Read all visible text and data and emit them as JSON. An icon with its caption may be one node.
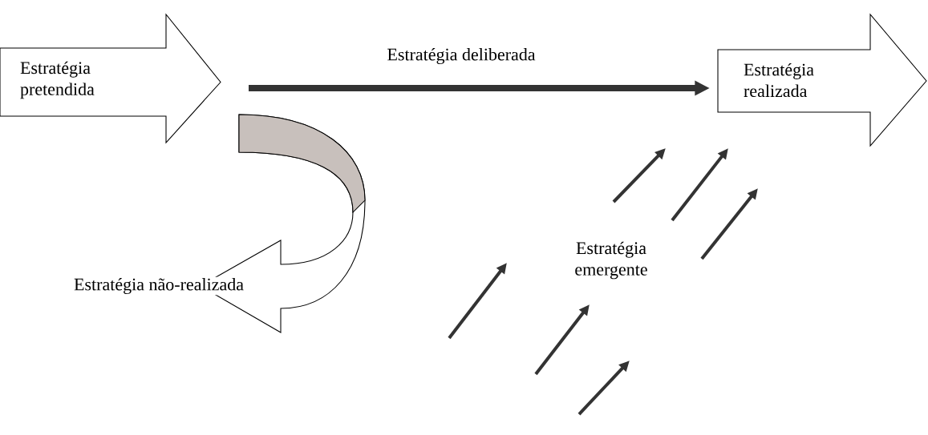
{
  "diagram": {
    "nodes": [
      {
        "text": [
          "Estratégia pretendida"
        ]
      },
      {
        "text": [
          "Estratégia realizada"
        ]
      },
      {
        "text": [
          "Estratégia não-realizada"
        ]
      },
      {
        "text": [
          "Estratégia emergente"
        ]
      }
    ],
    "edges": [
      {
        "from": 0,
        "to": 1,
        "arrow": "to",
        "label": "Estratégia deliberada"
      },
      {
        "from": 0,
        "to": 2,
        "arrow": "to"
      }
    ]
  }
}
